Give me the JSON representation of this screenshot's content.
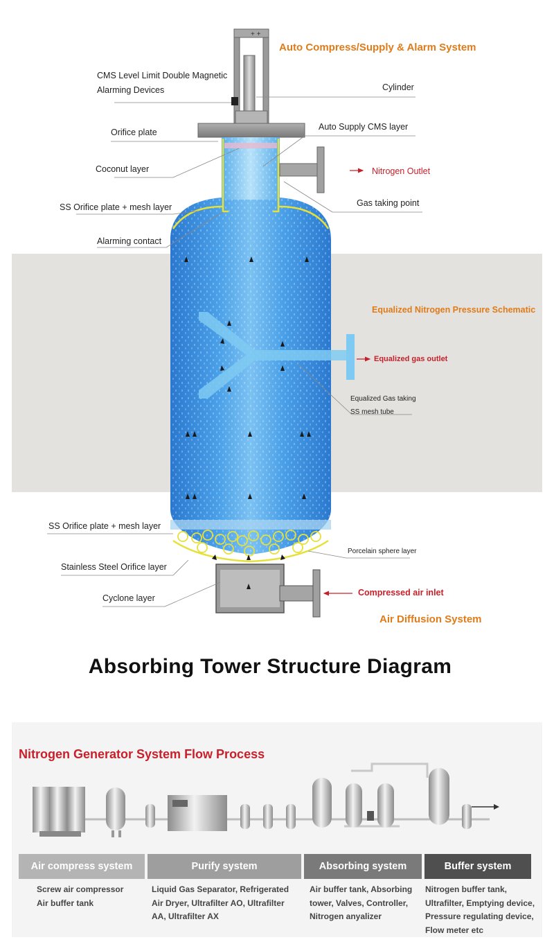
{
  "tower": {
    "title": "Absorbing Tower Structure Diagram",
    "headers": {
      "auto_system": "Auto Compress/Supply & Alarm System",
      "equalized": "Equalized Nitrogen Pressure Schematic",
      "air_diffusion": "Air Diffusion System"
    },
    "labels": {
      "cms_level": "CMS Level Limit Double Magnetic Alarming Devices",
      "cylinder": "Cylinder",
      "orifice_plate": "Orifice plate",
      "auto_supply": "Auto Supply CMS layer",
      "coconut": "Coconut layer",
      "nitrogen_outlet": "Nitrogen Outlet",
      "gas_taking": "Gas taking point",
      "ss_orifice_top": "SS Orifice plate + mesh layer",
      "alarming_contact": "Alarming contact",
      "equalized_outlet": "Equalized gas outlet",
      "equalized_tube": "Equalized Gas taking SS mesh tube",
      "ss_orifice_bottom": "SS Orifice plate + mesh layer",
      "porcelain": "Porcelain sphere layer",
      "stainless": "Stainless Steel Orifice layer",
      "cyclone": "Cyclone layer",
      "compressed_inlet": "Compressed air inlet"
    }
  },
  "flow": {
    "title": "Nitrogen Generator System Flow Process",
    "systems": [
      {
        "name": "Air compress system",
        "desc": [
          "Screw air compressor",
          "Air buffer tank"
        ],
        "color": "#b4b4b4"
      },
      {
        "name": "Purify system",
        "desc": [
          "Liquid Gas Separator, Refrigerated",
          "Air Dryer, Ultrafilter AO, Ultrafilter",
          "AA, Ultrafilter AX"
        ],
        "color": "#9e9e9e"
      },
      {
        "name": "Absorbing system",
        "desc": [
          "Air buffer tank, Absorbing",
          "tower, Valves, Controller,",
          "Nitrogen anyalizer"
        ],
        "color": "#7a7a7a"
      },
      {
        "name": "Buffer system",
        "desc": [
          "Nitrogen buffer tank,",
          "Ultrafilter, Emptying device,",
          "Pressure regulating device,",
          "Flow meter etc"
        ],
        "color": "#4f4f4f"
      }
    ]
  },
  "colors": {
    "orange": "#e07b1a",
    "red": "#c8202a",
    "tower_blue": "#3d8fdc",
    "band_gray": "#e3e2df"
  }
}
